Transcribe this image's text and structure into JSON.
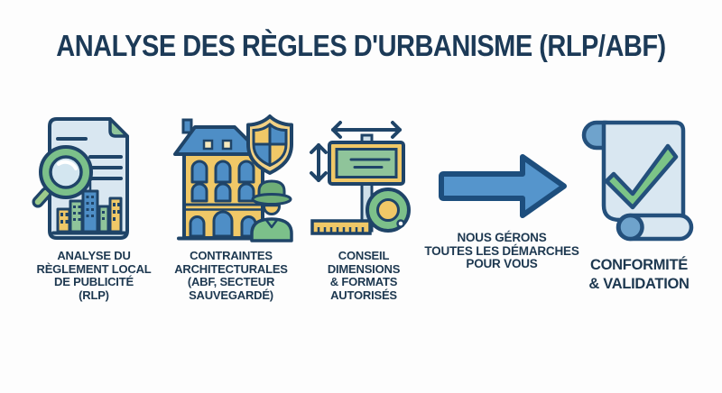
{
  "title": "ANALYSE DES RÈGLES D'URBANISME (RLP/ABF)",
  "steps": [
    {
      "icon": "document-magnifier-icon",
      "label_lines": [
        "ANALYSE DU",
        "RÈGLEMENT LOCAL",
        "DE PUBLICITÉ",
        "(RLP)"
      ]
    },
    {
      "icon": "building-shield-icon",
      "label_lines": [
        "CONTRAINTES",
        "ARCHITECTURALES",
        "(ABF, SECTEUR",
        "SAUVEGARDÉ)"
      ]
    },
    {
      "icon": "sign-dimensions-icon",
      "label_lines": [
        "CONSEIL",
        "DIMENSIONS",
        "& FORMATS",
        "AUTORISÉS"
      ]
    },
    {
      "icon": "arrow-right-icon",
      "label_lines": [
        "NOUS GÉRONS",
        "TOUTES LES DÉMARCHES",
        "POUR VOUS"
      ]
    },
    {
      "icon": "scroll-checkmark-icon",
      "label_lines": [
        "CONFORMITÉ",
        "& VALIDATION"
      ]
    }
  ],
  "colors": {
    "background": "#fdfdfd",
    "title_text": "#1c3a57",
    "label_text": "#1d3850",
    "outline_navy": "#1f4468",
    "light_blue": "#d9e7f1",
    "mid_blue": "#6fa3cc",
    "blue": "#4e8ec6",
    "arrow_blue": "#5595cc",
    "arrow_outline": "#1d4e7d",
    "green": "#7cc487",
    "soft_green": "#8fc49a",
    "light_green": "#9ccb8b",
    "yellow": "#f0c867",
    "cream": "#f2d184"
  }
}
